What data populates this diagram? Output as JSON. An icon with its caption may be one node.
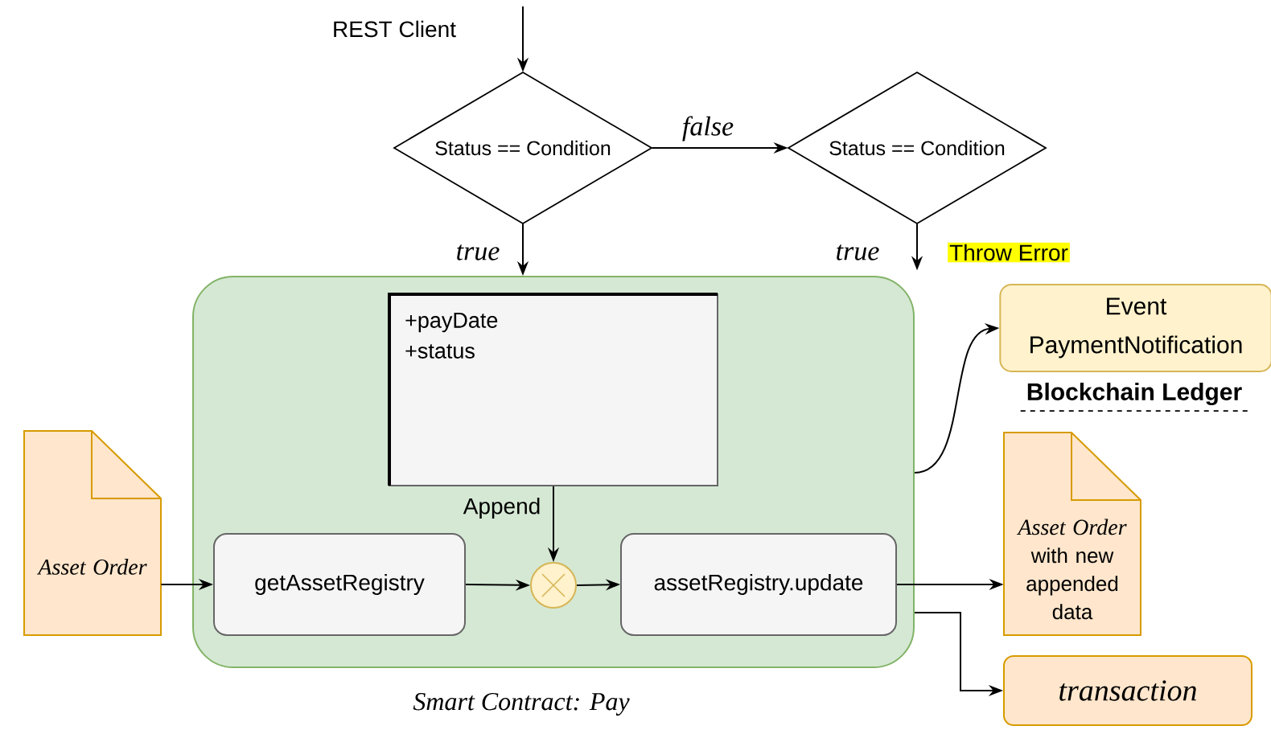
{
  "diagram": {
    "nodes": [
      {
        "text": [
          "Status == Condition"
        ]
      },
      {
        "text": [
          "Status == Condition"
        ]
      },
      {
        "text": [
          "Smart Contract: Pay"
        ]
      },
      {
        "text": [
          "+payDate",
          "+status"
        ],
        "in": 2
      },
      {
        "text": [
          "getAssetRegistry"
        ],
        "in": 2
      },
      {
        "text": [],
        "shape": "circle",
        "in": 2
      },
      {
        "text": [
          "assetRegistry.update"
        ],
        "in": 2
      },
      {
        "text": [
          "Asset Order"
        ]
      },
      {
        "text": [
          "Event PaymentNotification"
        ]
      },
      {
        "text": [
          "Asset Order",
          "with new appended data"
        ]
      },
      {
        "text": [
          "transaction"
        ]
      }
    ],
    "edges": [
      {
        "from": null,
        "to": 0,
        "arrow": "to"
      },
      {
        "from": 0,
        "to": 1,
        "arrow": "to",
        "label": "false"
      },
      {
        "from": 0,
        "to": 2,
        "arrow": "to",
        "label": "true"
      },
      {
        "from": 1,
        "to": null,
        "arrow": "to",
        "label": "true"
      },
      {
        "from": 3,
        "to": 5,
        "arrow": "to",
        "label": "Append"
      },
      {
        "from": 7,
        "to": 4,
        "arrow": "to"
      },
      {
        "from": 4,
        "to": 5,
        "arrow": "to"
      },
      {
        "from": 5,
        "to": 6,
        "arrow": "to"
      },
      {
        "from": 6,
        "to": 9,
        "arrow": "to"
      },
      {
        "from": 2,
        "to": 8,
        "arrow": "to"
      },
      {
        "from": 2,
        "to": 10,
        "arrow": "to"
      }
    ],
    "labels": [
      "REST Client",
      "Throw Error",
      "Blockchain Ledger"
    ]
  }
}
